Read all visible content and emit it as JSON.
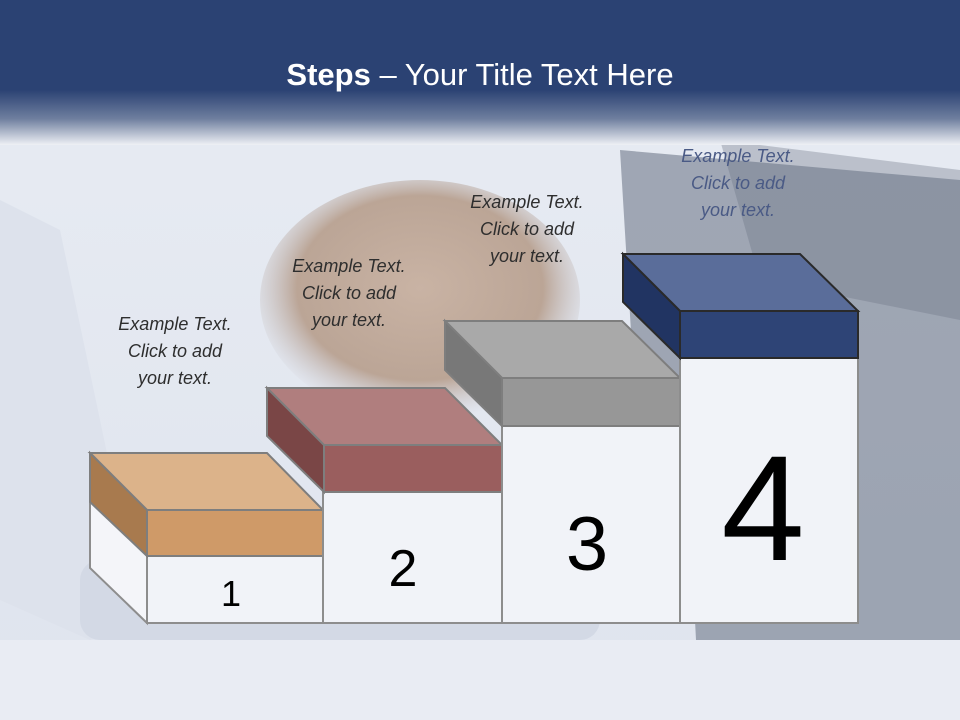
{
  "slide": {
    "title_bold": "Steps",
    "title_rest": " – Your Title Text Here"
  },
  "steps": [
    {
      "number": "1",
      "text_lines": [
        "Example Text.",
        "Click  to add",
        "your text."
      ],
      "color": "#cf9a68"
    },
    {
      "number": "2",
      "text_lines": [
        "Example Text.",
        "Click  to add",
        "your text."
      ],
      "color": "#9a5e5e"
    },
    {
      "number": "3",
      "text_lines": [
        "Example Text.",
        "Click  to add",
        "your text."
      ],
      "color": "#979797"
    },
    {
      "number": "4",
      "text_lines": [
        "Example Text.",
        "Click  to add",
        "your text."
      ],
      "color": "#2e4476"
    }
  ]
}
